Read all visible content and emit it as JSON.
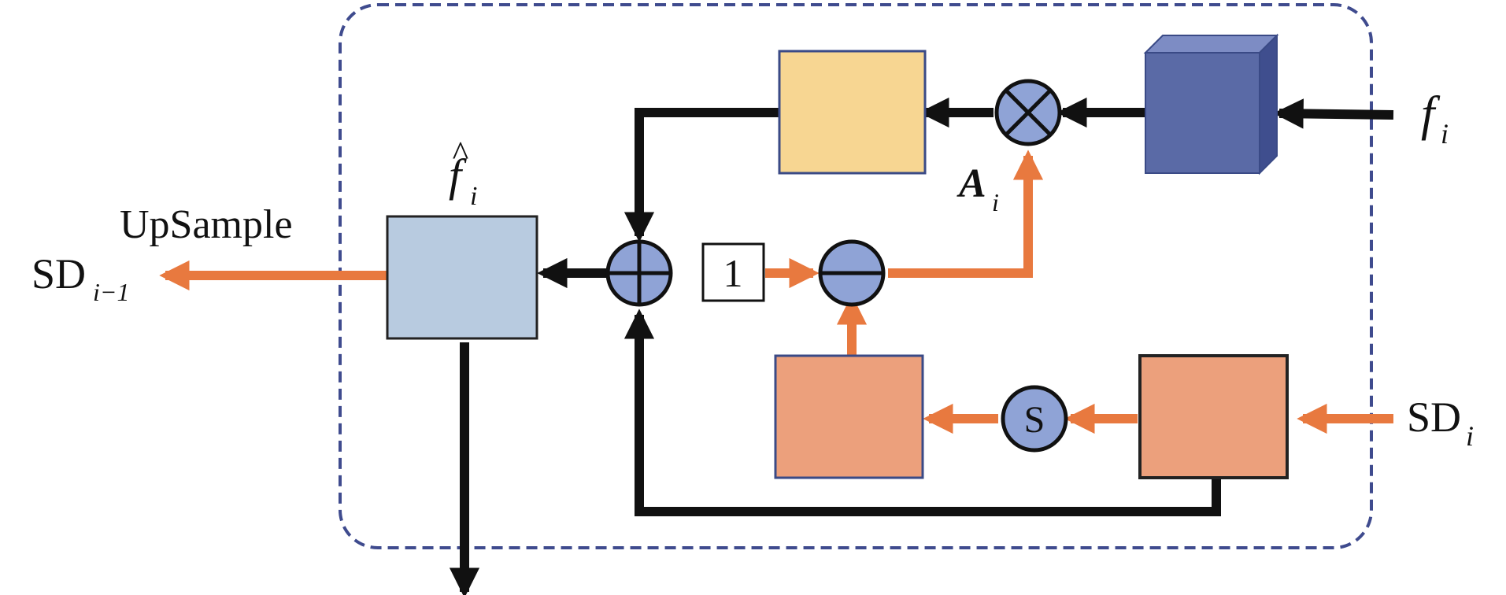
{
  "colors": {
    "frame": "#3f4b8e",
    "black_arrow": "#111111",
    "orange_arrow": "#e8793f",
    "yellow_block": "#f7d692",
    "blue_cube": "#5a6aa6",
    "light_blue_block": "#b8cbe0",
    "salmon_block": "#eca07c",
    "operator_fill": "#8fa3d6",
    "block_stroke": "#3a4a86"
  },
  "labels": {
    "f_in": "f",
    "f_in_sub": "i",
    "sd_in": "SD",
    "sd_in_sub": "i",
    "sd_out": "SD",
    "sd_out_sub": "i−1",
    "upsample": "UpSample",
    "f_hat": "f",
    "f_hat_sub": "i",
    "attention": "A",
    "attention_sub": "i",
    "constant_one": "1",
    "sigmoid": "S"
  },
  "icons": {
    "multiply": "circle-times-icon",
    "add": "circle-plus-icon",
    "subtract": "circle-minus-icon",
    "sigmoid": "circle-s-icon"
  }
}
